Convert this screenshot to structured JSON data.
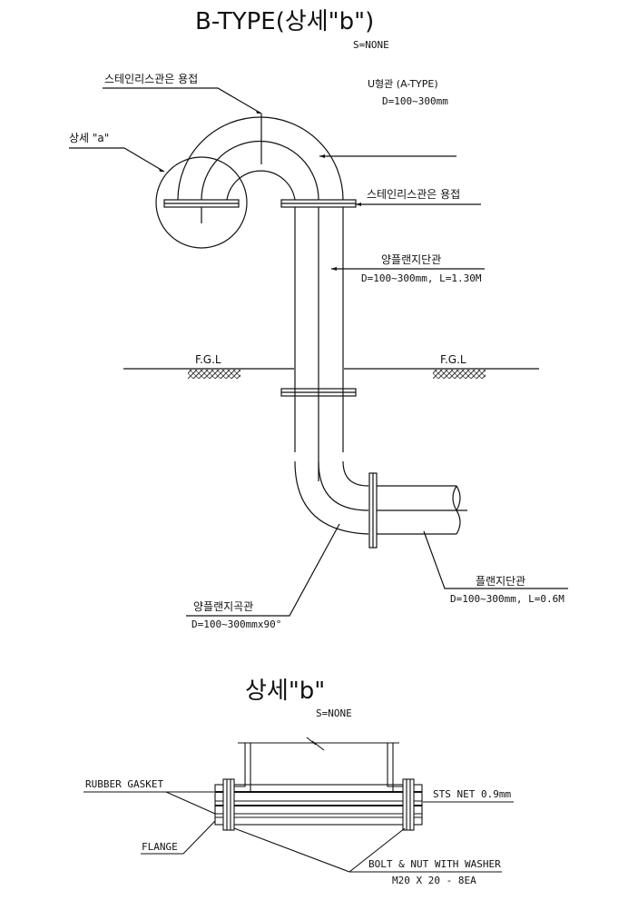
{
  "title": "B-TYPE(상세\"b\")",
  "title_scale": "S=NONE",
  "labels": {
    "weld_top": "스테인리스관은 용접",
    "detail_a": "상세 \"a\"",
    "u_pipe_name": "U형관 (A-TYPE)",
    "u_pipe_dim": "D=100~300mm",
    "weld_right": "스테인리스관은 용접",
    "flange_pipe_name": "양플랜지단관",
    "flange_pipe_dim": "D=100~300mm, L=1.30M",
    "fgl_left": "F.G.L",
    "fgl_right": "F.G.L",
    "elbow_name": "양플랜지곡관",
    "elbow_dim": "D=100~300mmx90°",
    "short_pipe_name": "플랜지단관",
    "short_pipe_dim": "D=100~300mm, L=0.6M"
  },
  "detail_b": {
    "title": "상세\"b\"",
    "scale": "S=NONE",
    "rubber_gasket": "RUBBER GASKET",
    "flange": "FLANGE",
    "sts_net": "STS NET 0.9mm",
    "bolt": "BOLT & NUT WITH WASHER",
    "bolt_spec": "M20 X 20 - 8EA"
  },
  "colors": {
    "line": "#111111",
    "hatch": "#333333"
  }
}
